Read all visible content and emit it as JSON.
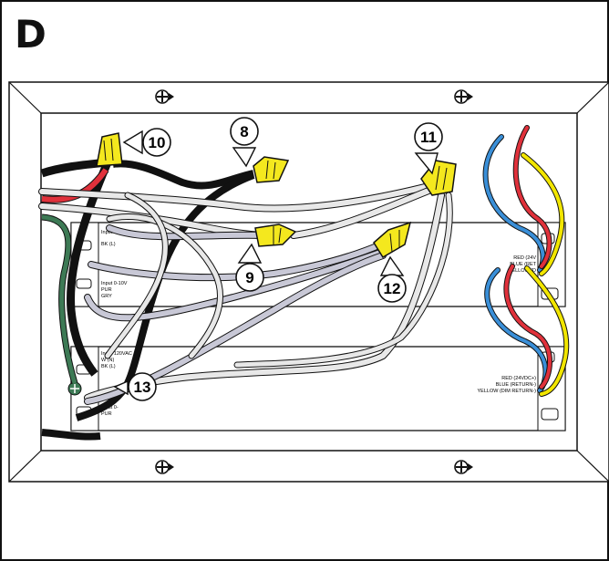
{
  "panel": {
    "letter": "D"
  },
  "callouts": {
    "c8": "8",
    "c9": "9",
    "c10": "10",
    "c11": "11",
    "c12": "12",
    "c13": "13"
  },
  "driver_top": {
    "input_label": "Input 120V",
    "input_wire": "BK (L)",
    "dim_label": "Input 0-10V",
    "dim_pur": "PUR",
    "dim_gry": "GRY",
    "out_red": "RED (24V",
    "out_blue": "BLUE (RET",
    "out_yellow": "YELLOW (D"
  },
  "driver_bottom": {
    "input_label": "Input 120VAC",
    "input_white": "W (N)",
    "input_black": "BK (L)",
    "dim_label": "Input 0-",
    "dim_pur": "PUR",
    "out_red": "RED (24VDC+)",
    "out_blue": "BLUE (RETURN-)",
    "out_yellow": "YELLOW (DIM RETURN-)"
  },
  "colors": {
    "wire_black": "#111111",
    "wire_white": "#e8e8e8",
    "wire_gray": "#c8c8d6",
    "wire_red": "#e0313b",
    "wire_blue": "#3a8fd8",
    "wire_yellow": "#f2e600",
    "wire_green": "#3d7a55",
    "wire_nut": "#f4e81e"
  }
}
